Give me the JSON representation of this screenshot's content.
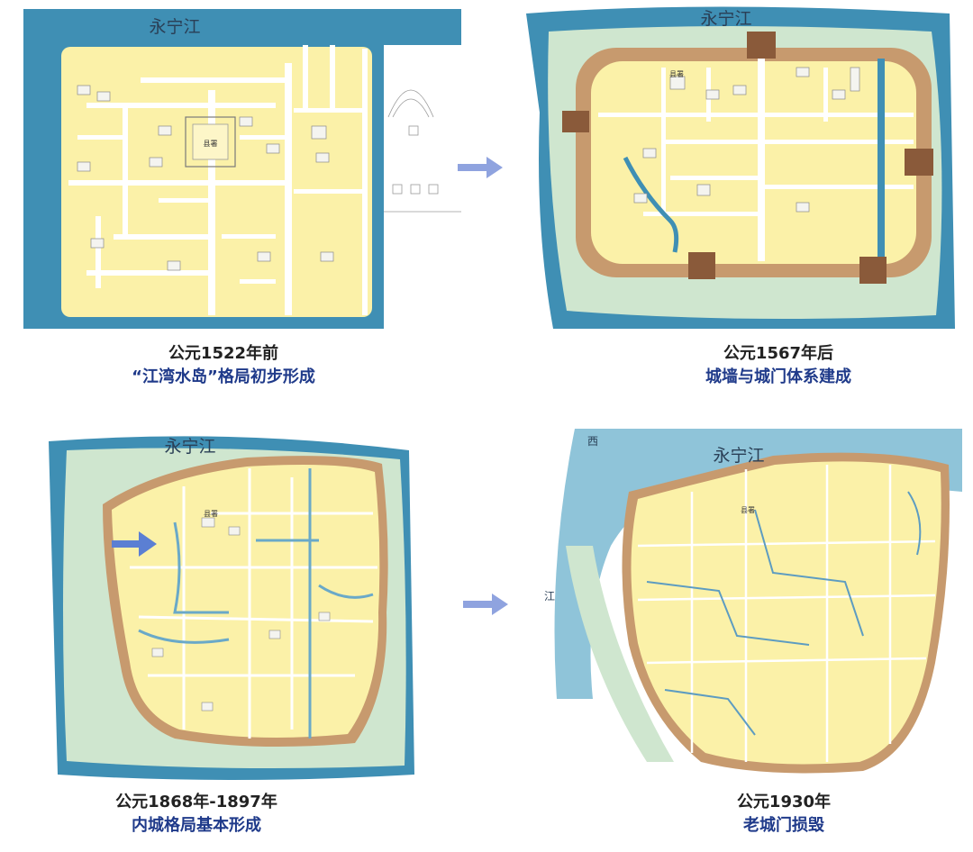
{
  "colors": {
    "water": "#3f8fb4",
    "water_light": "#8fc4d9",
    "land": "#fbf1a8",
    "land_green": "#cfe6cf",
    "wall": "#c79a6e",
    "street": "#ffffff",
    "arrow": "#8fa3df",
    "caption_dark": "#222222",
    "caption_blue": "#1f3a8a"
  },
  "maps": [
    {
      "id": "map-1522",
      "river_label": "永宁江",
      "caption_year": "公元1522年前",
      "caption_desc": "“江湾水岛”格局初步形成",
      "center_label": "县署"
    },
    {
      "id": "map-1567",
      "river_label": "永宁江",
      "caption_year": "公元1567年后",
      "caption_desc": "城墙与城门体系建成",
      "center_label": "县署"
    },
    {
      "id": "map-1868",
      "river_label": "永宁江",
      "caption_year": "公元1868年-1897年",
      "caption_desc": "内城格局基本形成",
      "center_label": "县署"
    },
    {
      "id": "map-1930",
      "river_label": "永宁江",
      "caption_year": "公元1930年",
      "caption_desc": "老城门损毁",
      "center_label": "县署",
      "side_labels": [
        "西",
        "江"
      ]
    }
  ],
  "arrows": [
    "arrow-right-icon",
    "arrow-right-icon",
    "arrow-right-icon"
  ]
}
